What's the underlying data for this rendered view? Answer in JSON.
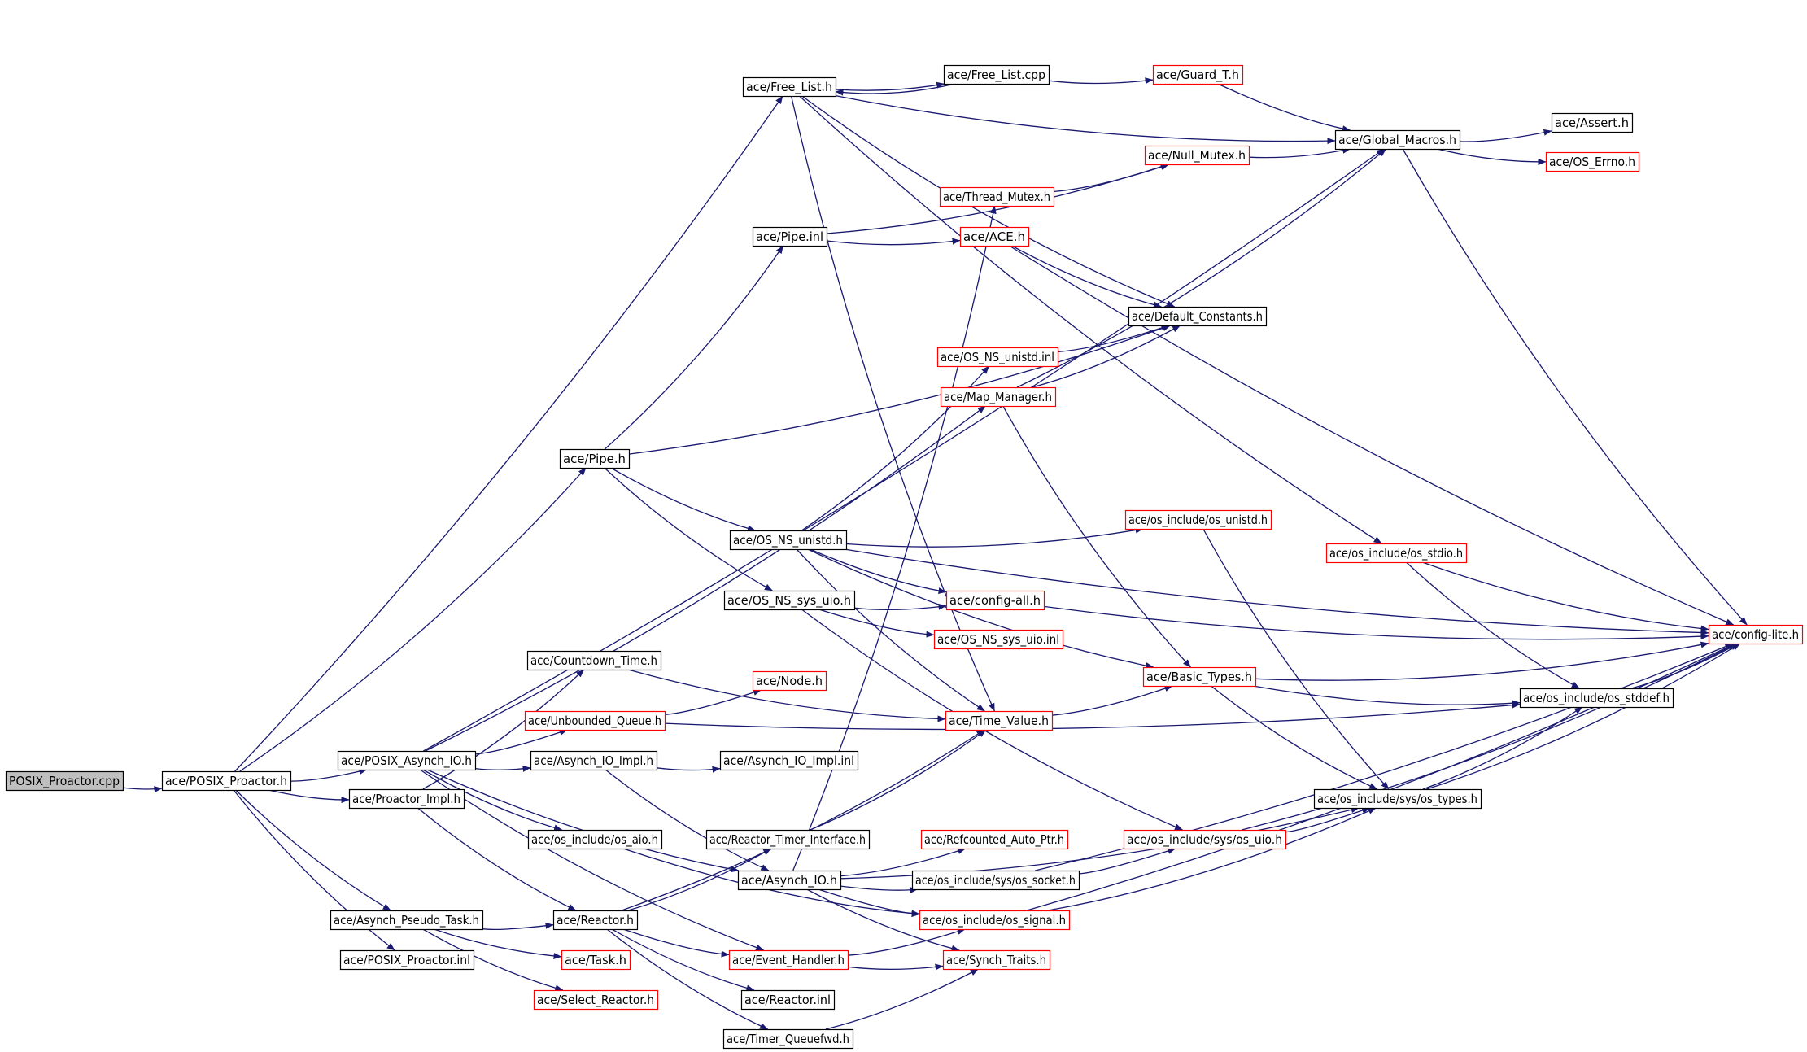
{
  "colors": {
    "edge": "#191970",
    "default_border": "#000000",
    "undocumented_border": "#ff0000",
    "root_fill": "#bfbfbf",
    "node_fill": "#ffffff",
    "text": "#000000"
  },
  "nodes": [
    {
      "id": "posix_proactor_cpp",
      "label": "POSIX_Proactor.cpp",
      "style": "root"
    },
    {
      "id": "posix_proactor_h",
      "label": "ace/POSIX_Proactor.h",
      "style": "default"
    },
    {
      "id": "free_list_h",
      "label": "ace/Free_List.h",
      "style": "default"
    },
    {
      "id": "free_list_cpp",
      "label": "ace/Free_List.cpp",
      "style": "default"
    },
    {
      "id": "guard_t_h",
      "label": "ace/Guard_T.h",
      "style": "red"
    },
    {
      "id": "global_macros_h",
      "label": "ace/Global_Macros.h",
      "style": "default"
    },
    {
      "id": "assert_h",
      "label": "ace/Assert.h",
      "style": "default"
    },
    {
      "id": "os_errno_h",
      "label": "ace/OS_Errno.h",
      "style": "red"
    },
    {
      "id": "null_mutex_h",
      "label": "ace/Null_Mutex.h",
      "style": "red"
    },
    {
      "id": "thread_mutex_h",
      "label": "ace/Thread_Mutex.h",
      "style": "red"
    },
    {
      "id": "pipe_inl",
      "label": "ace/Pipe.inl",
      "style": "default"
    },
    {
      "id": "ace_h",
      "label": "ace/ACE.h",
      "style": "red"
    },
    {
      "id": "default_constants_h",
      "label": "ace/Default_Constants.h",
      "style": "default"
    },
    {
      "id": "os_ns_unistd_inl",
      "label": "ace/OS_NS_unistd.inl",
      "style": "red"
    },
    {
      "id": "map_manager_h",
      "label": "ace/Map_Manager.h",
      "style": "red"
    },
    {
      "id": "pipe_h",
      "label": "ace/Pipe.h",
      "style": "default"
    },
    {
      "id": "os_ns_unistd_h",
      "label": "ace/OS_NS_unistd.h",
      "style": "default"
    },
    {
      "id": "os_include_os_unistd_h",
      "label": "ace/os_include/os_unistd.h",
      "style": "red"
    },
    {
      "id": "os_include_os_stdio_h",
      "label": "ace/os_include/os_stdio.h",
      "style": "red"
    },
    {
      "id": "os_ns_sys_uio_h",
      "label": "ace/OS_NS_sys_uio.h",
      "style": "default"
    },
    {
      "id": "config_all_h",
      "label": "ace/config-all.h",
      "style": "red"
    },
    {
      "id": "os_ns_sys_uio_inl",
      "label": "ace/OS_NS_sys_uio.inl",
      "style": "red"
    },
    {
      "id": "config_lite_h",
      "label": "ace/config-lite.h",
      "style": "red"
    },
    {
      "id": "countdown_time_h",
      "label": "ace/Countdown_Time.h",
      "style": "default"
    },
    {
      "id": "node_h",
      "label": "ace/Node.h",
      "style": "red"
    },
    {
      "id": "basic_types_h",
      "label": "ace/Basic_Types.h",
      "style": "red"
    },
    {
      "id": "unbounded_queue_h",
      "label": "ace/Unbounded_Queue.h",
      "style": "red"
    },
    {
      "id": "time_value_h",
      "label": "ace/Time_Value.h",
      "style": "red"
    },
    {
      "id": "os_include_os_stddef_h",
      "label": "ace/os_include/os_stddef.h",
      "style": "default"
    },
    {
      "id": "posix_asynch_io_h",
      "label": "ace/POSIX_Asynch_IO.h",
      "style": "default"
    },
    {
      "id": "asynch_io_impl_h",
      "label": "ace/Asynch_IO_Impl.h",
      "style": "default"
    },
    {
      "id": "asynch_io_impl_inl",
      "label": "ace/Asynch_IO_Impl.inl",
      "style": "default"
    },
    {
      "id": "proactor_impl_h",
      "label": "ace/Proactor_Impl.h",
      "style": "default"
    },
    {
      "id": "os_include_sys_os_types_h",
      "label": "ace/os_include/sys/os_types.h",
      "style": "default"
    },
    {
      "id": "os_include_os_aio_h",
      "label": "ace/os_include/os_aio.h",
      "style": "default"
    },
    {
      "id": "reactor_timer_interface_h",
      "label": "ace/Reactor_Timer_Interface.h",
      "style": "default"
    },
    {
      "id": "refcounted_auto_ptr_h",
      "label": "ace/Refcounted_Auto_Ptr.h",
      "style": "red"
    },
    {
      "id": "os_include_sys_os_uio_h",
      "label": "ace/os_include/sys/os_uio.h",
      "style": "red"
    },
    {
      "id": "asynch_io_h",
      "label": "ace/Asynch_IO.h",
      "style": "default"
    },
    {
      "id": "os_include_sys_os_socket_h",
      "label": "ace/os_include/sys/os_socket.h",
      "style": "default"
    },
    {
      "id": "asynch_pseudo_task_h",
      "label": "ace/Asynch_Pseudo_Task.h",
      "style": "default"
    },
    {
      "id": "reactor_h",
      "label": "ace/Reactor.h",
      "style": "default"
    },
    {
      "id": "os_include_os_signal_h",
      "label": "ace/os_include/os_signal.h",
      "style": "red"
    },
    {
      "id": "task_h",
      "label": "ace/Task.h",
      "style": "red"
    },
    {
      "id": "event_handler_h",
      "label": "ace/Event_Handler.h",
      "style": "red"
    },
    {
      "id": "synch_traits_h",
      "label": "ace/Synch_Traits.h",
      "style": "red"
    },
    {
      "id": "posix_proactor_inl",
      "label": "ace/POSIX_Proactor.inl",
      "style": "default"
    },
    {
      "id": "select_reactor_h",
      "label": "ace/Select_Reactor.h",
      "style": "red"
    },
    {
      "id": "reactor_inl",
      "label": "ace/Reactor.inl",
      "style": "default"
    },
    {
      "id": "timer_queuefwd_h",
      "label": "ace/Timer_Queuefwd.h",
      "style": "default"
    }
  ],
  "edges": [
    [
      "posix_proactor_cpp",
      "posix_proactor_h"
    ],
    [
      "posix_proactor_h",
      "free_list_h"
    ],
    [
      "posix_proactor_h",
      "pipe_h"
    ],
    [
      "posix_proactor_h",
      "posix_asynch_io_h"
    ],
    [
      "posix_proactor_h",
      "proactor_impl_h"
    ],
    [
      "posix_proactor_h",
      "asynch_pseudo_task_h"
    ],
    [
      "posix_proactor_h",
      "posix_proactor_inl"
    ],
    [
      "free_list_h",
      "free_list_cpp"
    ],
    [
      "free_list_cpp",
      "free_list_h"
    ],
    [
      "free_list_cpp",
      "guard_t_h"
    ],
    [
      "free_list_h",
      "global_macros_h"
    ],
    [
      "free_list_h",
      "default_constants_h"
    ],
    [
      "free_list_h",
      "os_include_os_stdio_h"
    ],
    [
      "free_list_h",
      "time_value_h"
    ],
    [
      "guard_t_h",
      "global_macros_h"
    ],
    [
      "global_macros_h",
      "assert_h"
    ],
    [
      "global_macros_h",
      "os_errno_h"
    ],
    [
      "global_macros_h",
      "config_lite_h"
    ],
    [
      "null_mutex_h",
      "global_macros_h"
    ],
    [
      "thread_mutex_h",
      "null_mutex_h"
    ],
    [
      "pipe_inl",
      "null_mutex_h"
    ],
    [
      "pipe_inl",
      "ace_h"
    ],
    [
      "ace_h",
      "default_constants_h"
    ],
    [
      "ace_h",
      "config_lite_h"
    ],
    [
      "os_ns_unistd_inl",
      "default_constants_h"
    ],
    [
      "map_manager_h",
      "default_constants_h"
    ],
    [
      "map_manager_h",
      "global_macros_h"
    ],
    [
      "map_manager_h",
      "basic_types_h"
    ],
    [
      "pipe_h",
      "pipe_inl"
    ],
    [
      "pipe_h",
      "default_constants_h"
    ],
    [
      "pipe_h",
      "os_ns_unistd_h"
    ],
    [
      "pipe_h",
      "os_ns_sys_uio_h"
    ],
    [
      "os_ns_unistd_h",
      "os_ns_unistd_inl"
    ],
    [
      "os_ns_unistd_h",
      "os_include_os_unistd_h"
    ],
    [
      "os_ns_unistd_h",
      "config_lite_h"
    ],
    [
      "os_ns_unistd_h",
      "config_all_h"
    ],
    [
      "os_ns_unistd_h",
      "basic_types_h"
    ],
    [
      "os_ns_unistd_h",
      "time_value_h"
    ],
    [
      "os_include_os_unistd_h",
      "os_include_sys_os_types_h"
    ],
    [
      "os_include_os_stdio_h",
      "config_lite_h"
    ],
    [
      "os_include_os_stdio_h",
      "os_include_os_stddef_h"
    ],
    [
      "os_ns_sys_uio_h",
      "config_all_h"
    ],
    [
      "os_ns_sys_uio_h",
      "os_ns_sys_uio_inl"
    ],
    [
      "os_ns_sys_uio_h",
      "os_include_sys_os_uio_h"
    ],
    [
      "config_all_h",
      "config_lite_h"
    ],
    [
      "countdown_time_h",
      "time_value_h"
    ],
    [
      "time_value_h",
      "basic_types_h"
    ],
    [
      "basic_types_h",
      "config_lite_h"
    ],
    [
      "basic_types_h",
      "os_include_os_stddef_h"
    ],
    [
      "basic_types_h",
      "os_include_sys_os_types_h"
    ],
    [
      "unbounded_queue_h",
      "node_h"
    ],
    [
      "unbounded_queue_h",
      "os_include_os_stddef_h"
    ],
    [
      "os_include_os_stddef_h",
      "config_lite_h"
    ],
    [
      "posix_asynch_io_h",
      "global_macros_h"
    ],
    [
      "posix_asynch_io_h",
      "map_manager_h"
    ],
    [
      "posix_asynch_io_h",
      "unbounded_queue_h"
    ],
    [
      "posix_asynch_io_h",
      "asynch_io_impl_h"
    ],
    [
      "posix_asynch_io_h",
      "os_include_os_aio_h"
    ],
    [
      "posix_asynch_io_h",
      "event_handler_h"
    ],
    [
      "posix_asynch_io_h",
      "asynch_io_h"
    ],
    [
      "asynch_io_impl_h",
      "asynch_io_impl_inl"
    ],
    [
      "asynch_io_impl_h",
      "asynch_io_h"
    ],
    [
      "proactor_impl_h",
      "countdown_time_h"
    ],
    [
      "proactor_impl_h",
      "reactor_h"
    ],
    [
      "os_include_sys_os_types_h",
      "config_lite_h"
    ],
    [
      "os_include_sys_os_types_h",
      "os_include_os_stddef_h"
    ],
    [
      "os_include_os_aio_h",
      "os_include_os_signal_h"
    ],
    [
      "reactor_timer_interface_h",
      "time_value_h"
    ],
    [
      "os_include_sys_os_uio_h",
      "os_include_sys_os_types_h"
    ],
    [
      "os_include_sys_os_uio_h",
      "config_lite_h"
    ],
    [
      "asynch_io_h",
      "thread_mutex_h"
    ],
    [
      "asynch_io_h",
      "refcounted_auto_ptr_h"
    ],
    [
      "asynch_io_h",
      "os_include_sys_os_socket_h"
    ],
    [
      "asynch_io_h",
      "os_include_os_signal_h"
    ],
    [
      "asynch_io_h",
      "synch_traits_h"
    ],
    [
      "asynch_io_h",
      "os_include_sys_os_types_h"
    ],
    [
      "os_include_sys_os_socket_h",
      "os_include_sys_os_uio_h"
    ],
    [
      "os_include_sys_os_socket_h",
      "config_lite_h"
    ],
    [
      "asynch_pseudo_task_h",
      "reactor_h"
    ],
    [
      "asynch_pseudo_task_h",
      "task_h"
    ],
    [
      "asynch_pseudo_task_h",
      "select_reactor_h"
    ],
    [
      "reactor_h",
      "reactor_timer_interface_h"
    ],
    [
      "reactor_h",
      "time_value_h"
    ],
    [
      "reactor_h",
      "event_handler_h"
    ],
    [
      "reactor_h",
      "reactor_inl"
    ],
    [
      "reactor_h",
      "timer_queuefwd_h"
    ],
    [
      "os_include_os_signal_h",
      "os_include_sys_os_types_h"
    ],
    [
      "os_include_os_signal_h",
      "config_lite_h"
    ],
    [
      "event_handler_h",
      "synch_traits_h"
    ],
    [
      "event_handler_h",
      "os_include_os_signal_h"
    ],
    [
      "timer_queuefwd_h",
      "synch_traits_h"
    ]
  ]
}
